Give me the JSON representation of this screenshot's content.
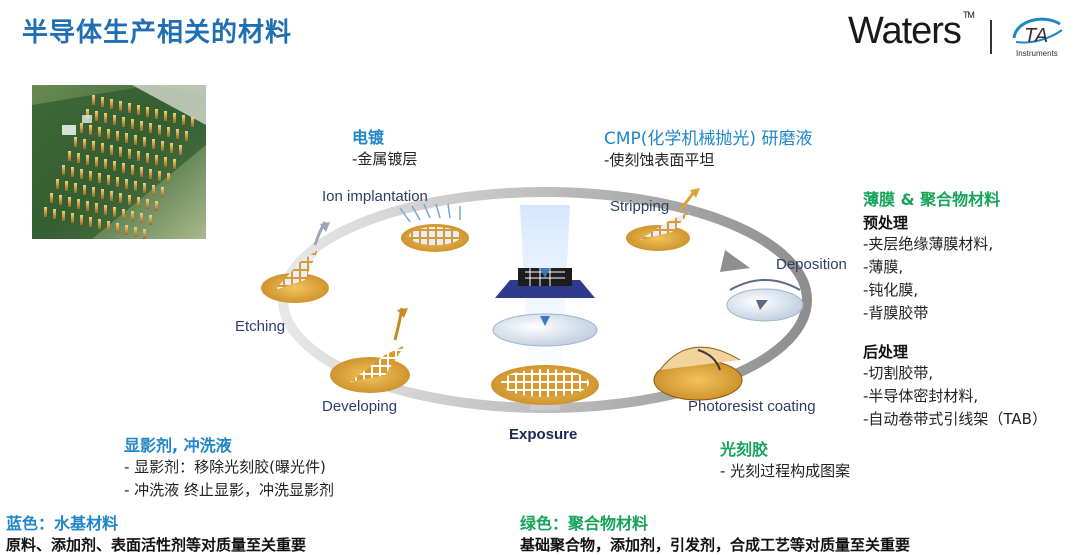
{
  "title": "半导体生产相关的材料",
  "logo": {
    "brand": "Waters",
    "tm": "TM",
    "ta_mark": "TA",
    "ta_sub": "Instruments"
  },
  "steps": {
    "ion_implantation": "Ion implantation",
    "stripping": "Stripping",
    "deposition": "Deposition",
    "photoresist_coating": "Photoresist coating",
    "exposure": "Exposure",
    "developing": "Developing",
    "etching": "Etching"
  },
  "electroplating": {
    "title": "电镀",
    "line1": "-金属镀层"
  },
  "cmp": {
    "title": "CMP(化学机械抛光) 研磨液",
    "line1": "-使刻蚀表面平坦"
  },
  "film": {
    "title": "薄膜 & 聚合物材料",
    "pre_title": "预处理",
    "pre_items": [
      "-夹层绝缘薄膜材料,",
      "-薄膜,",
      "-钝化膜,",
      "-背膜胶带"
    ],
    "post_title": "后处理",
    "post_items": [
      "-切割胶带,",
      "-半导体密封材料,",
      "-自动卷带式引线架（TAB）"
    ]
  },
  "photoresist": {
    "title": "光刻胶",
    "line1": "- 光刻过程构成图案"
  },
  "developer": {
    "title": "显影剂, 冲洗液",
    "line1": "- 显影剂：移除光刻胶(曝光件)",
    "line2": "- 冲洗液 终止显影，冲洗显影剂"
  },
  "bottom_left": {
    "title": "蓝色：水基材料",
    "text": "原料、添加剂、表面活性剂等对质量至关重要"
  },
  "bottom_right": {
    "title": "绿色：聚合物材料",
    "text": "基础聚合物，添加剂，引发剂，合成工艺等对质量至关重要"
  },
  "colors": {
    "blue": "#1f86c8",
    "green": "#17a35a",
    "wafer_gold": "#d9a441",
    "ring": "#c9c9c9"
  }
}
